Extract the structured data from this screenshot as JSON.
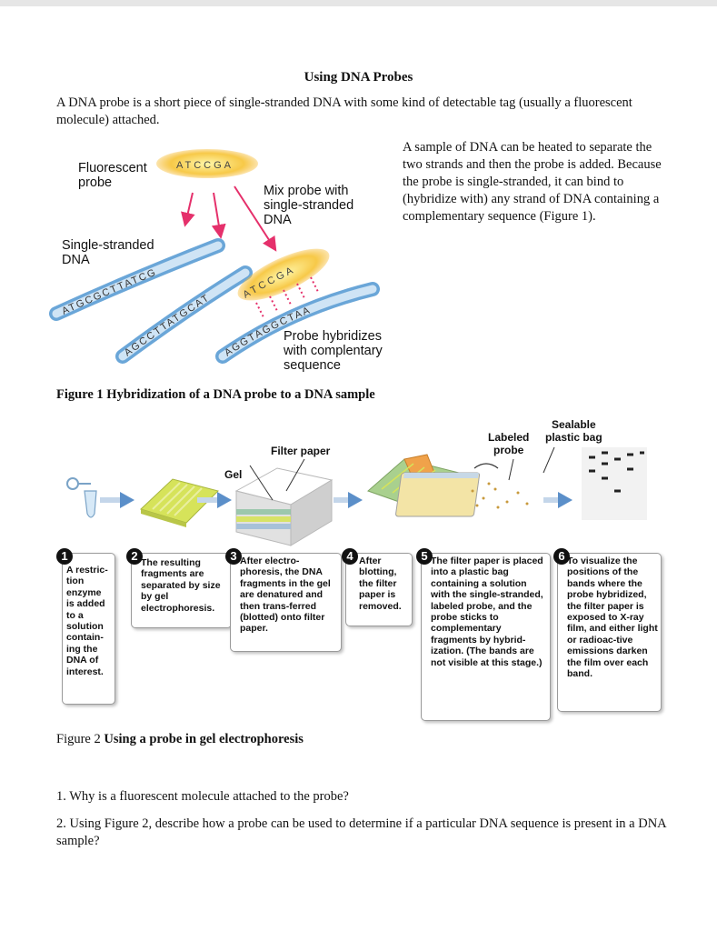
{
  "document": {
    "title": "Using DNA Probes",
    "intro": "A DNA probe is a short piece of single-stranded DNA with some kind of detectable tag (usually a fluorescent molecule) attached.",
    "side_paragraph": "A sample of DNA can be heated to separate the two strands and then the probe is added. Because the probe is single-stranded, it can bind to (hybridize with) any strand of DNA containing a complementary sequence (Figure 1).",
    "figure1_caption": "Figure 1 Hybridization of a DNA probe to a DNA sample",
    "figure2_caption_prefix": "Figure 2",
    "figure2_caption_title": "Using a probe in gel electrophoresis",
    "question1": "1. Why is a fluorescent molecule attached to the probe?",
    "question2": "2. Using Figure 2, describe how a probe can be used to determine if a particular DNA sequence is present in a DNA sample?"
  },
  "figure1": {
    "fluorescent_probe_line1": "Fluorescent",
    "fluorescent_probe_line2": "probe",
    "probe_sequence": "ATCCGA",
    "mix_label_line1": "Mix probe with",
    "mix_label_line2": "single-stranded",
    "mix_label_line3": "DNA",
    "single_stranded_line1": "Single-stranded",
    "single_stranded_line2": "DNA",
    "strand1_sequence": "ATGCGCTTATCG",
    "strand2_sequence": "AGCCTTATGCAT",
    "hybrid_probe_sequence": "ATCCGA",
    "hybrid_strand_sequence": "AGGTAGGCTAA",
    "hybrid_label_line1": "Probe hybridizes",
    "hybrid_label_line2": "with complentary",
    "hybrid_label_line3": "sequence"
  },
  "figure2": {
    "label_gel": "Gel",
    "label_filter_paper": "Filter paper",
    "label_labeled_probe_line1": "Labeled",
    "label_labeled_probe_line2": "probe",
    "label_sealable_line1": "Sealable",
    "label_sealable_line2": "plastic bag",
    "steps": [
      {
        "num": "1",
        "text": "A restric-tion enzyme is added to a solution contain-ing the DNA of interest."
      },
      {
        "num": "2",
        "text": "The resulting fragments are separated by size by gel electrophoresis."
      },
      {
        "num": "3",
        "text": "After electro-phoresis, the DNA fragments in the gel are denatured and then trans-ferred (blotted) onto filter paper."
      },
      {
        "num": "4",
        "text": "After blotting, the filter paper is removed."
      },
      {
        "num": "5",
        "text": "The filter paper is placed into a plastic bag containing a solution with the single-stranded, labeled probe, and the probe sticks to complementary fragments by hybrid-ization. (The bands are not visible at this stage.)"
      },
      {
        "num": "6",
        "text": "To visualize the positions of the bands where the probe hybridized, the filter paper is exposed to X-ray film, and either light or radioac-tive emissions darken the film over each band."
      }
    ]
  }
}
